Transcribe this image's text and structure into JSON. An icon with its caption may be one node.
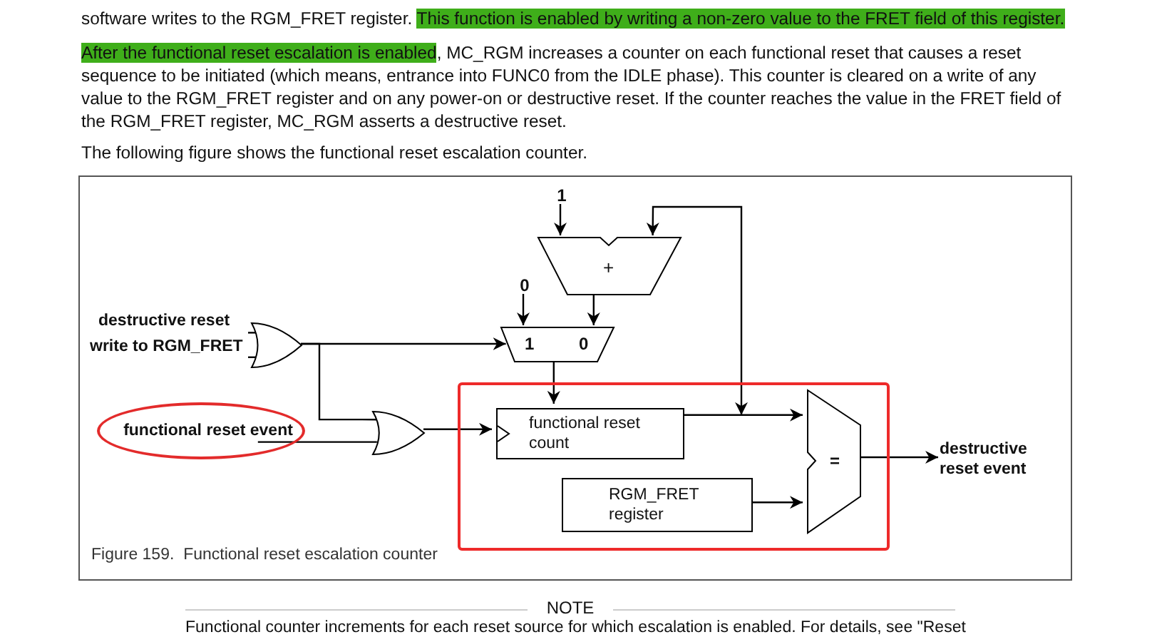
{
  "diagram": {
    "caption": "Figure 159.  Functional reset escalation counter",
    "nodes": [
      {
        "text": [
          "1"
        ]
      },
      {
        "text": [
          "+"
        ]
      },
      {
        "text": [
          "0"
        ]
      },
      {
        "text": [
          "1",
          "0"
        ]
      },
      {
        "text": [
          "destructive reset"
        ]
      },
      {
        "text": [
          "write to RGM_FRET"
        ]
      },
      {
        "text": [],
        "shape": "gate"
      },
      {
        "text": [
          "functional reset event"
        ]
      },
      {
        "text": [],
        "shape": "gate"
      },
      {
        "text": [],
        "shape": "box"
      },
      {
        "text": [
          "functional reset count"
        ],
        "in": 9
      },
      {
        "text": [
          "RGM_FRET register"
        ],
        "in": 9
      },
      {
        "text": [
          "="
        ],
        "in": 9
      },
      {
        "text": [
          "destructive reset event"
        ]
      }
    ],
    "edges": [
      {
        "from": 4,
        "to": 6,
        "arrow": "none"
      },
      {
        "from": 5,
        "to": 6,
        "arrow": "none"
      },
      {
        "from": 6,
        "to": 3,
        "arrow": "to"
      },
      {
        "from": 6,
        "to": 8,
        "arrow": "none"
      },
      {
        "from": 7,
        "to": 8,
        "arrow": "none"
      },
      {
        "from": 8,
        "to": 10,
        "arrow": "to"
      },
      {
        "from": 0,
        "to": 1,
        "arrow": "to"
      },
      {
        "from": 1,
        "to": 3,
        "arrow": "to"
      },
      {
        "from": 2,
        "to": 3,
        "arrow": "to"
      },
      {
        "from": 3,
        "to": 10,
        "arrow": "to"
      },
      {
        "from": 10,
        "to": 12,
        "arrow": "to"
      },
      {
        "from": 10,
        "to": 1,
        "arrow": "both"
      },
      {
        "from": 11,
        "to": 12,
        "arrow": "to"
      },
      {
        "from": 12,
        "to": 13,
        "arrow": "to"
      }
    ],
    "labels": [
      "software writes to the RGM_FRET register.",
      "This function is enabled by writing a non-zero value to the FRET field of this register.",
      "After the functional reset escalation is enabled",
      ", MC_RGM increases a counter on each functional reset that causes a reset sequence to be initiated (which means, entrance into FUNC0 from the IDLE phase). This counter is cleared on a write of any value to the RGM_FRET register and on any power-on or destructive reset. If the counter reaches the value in the FRET field of the RGM_FRET register, MC_RGM asserts a destructive reset.",
      "The following figure shows the functional reset escalation counter.",
      "NOTE",
      "Functional counter increments for each reset source for which escalation is enabled. For details, see \"Reset"
    ]
  }
}
